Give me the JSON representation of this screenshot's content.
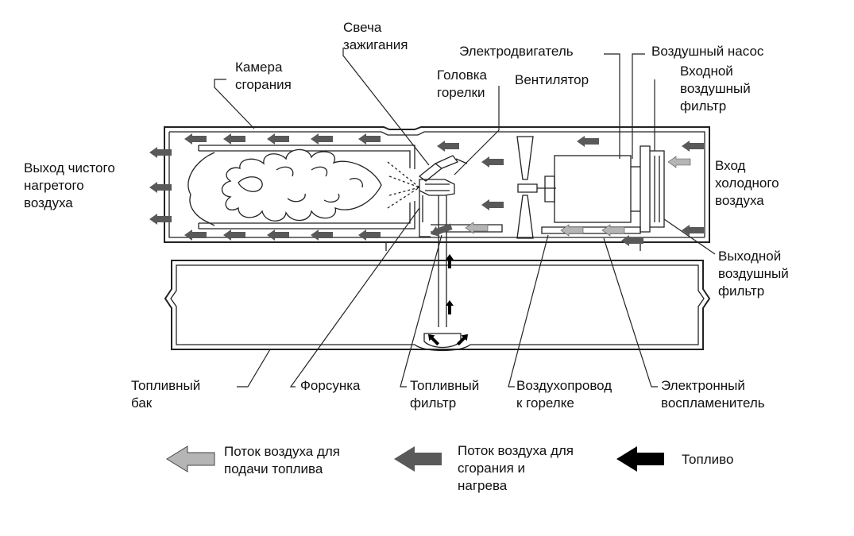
{
  "labels": {
    "camera": [
      "Камера",
      "сгорания"
    ],
    "spark": [
      "Свеча",
      "зажигания"
    ],
    "motor": "Электродвигатель",
    "air_pump": "Воздушный насос",
    "head": [
      "Головка",
      "горелки"
    ],
    "fan": "Вентилятор",
    "in_filter": [
      "Входной",
      "воздушный",
      "фильтр"
    ],
    "outlet": [
      "Выход чистого",
      "нагретого",
      "воздуха"
    ],
    "inlet": [
      "Вход",
      "холодного",
      "воздуха"
    ],
    "out_filter": [
      "Выходной",
      "воздушный",
      "фильтр"
    ],
    "tank": [
      "Топливный",
      "бак"
    ],
    "nozzle": "Форсунка",
    "fuel_filter": [
      "Топливный",
      "фильтр"
    ],
    "air_duct": [
      "Воздухопровод",
      "к горелке"
    ],
    "igniter": [
      "Электронный",
      "воспламенитель"
    ]
  },
  "legend": {
    "items": [
      {
        "label": [
          "Поток воздуха для",
          "подачи топлива"
        ],
        "color": "#b5b5b5"
      },
      {
        "label": [
          "Поток воздуха для",
          "сгорания и",
          "нагрева"
        ],
        "color": "#595959"
      },
      {
        "label": [
          "Топливо"
        ],
        "color": "#000000"
      }
    ]
  },
  "colors": {
    "light_arrow": "#b5b5b5",
    "dark_arrow": "#595959",
    "fuel_arrow": "#000000",
    "outline": "#222222"
  }
}
